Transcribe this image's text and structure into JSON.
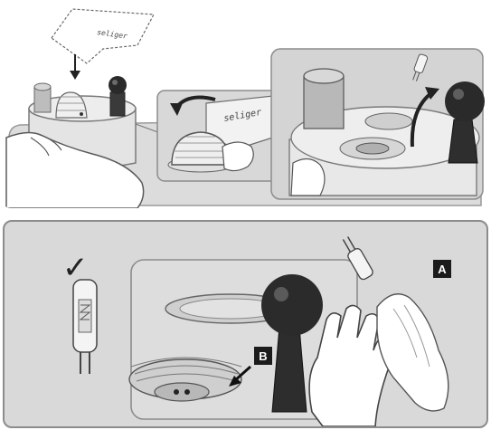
{
  "brand_text": "seliger",
  "callouts": {
    "a": "A",
    "b": "B"
  },
  "check_mark": "✓",
  "colors": {
    "panel_fill": "#d9d9d9",
    "badge_fill": "#1b1b1b",
    "outline": "#8c8c8c"
  }
}
